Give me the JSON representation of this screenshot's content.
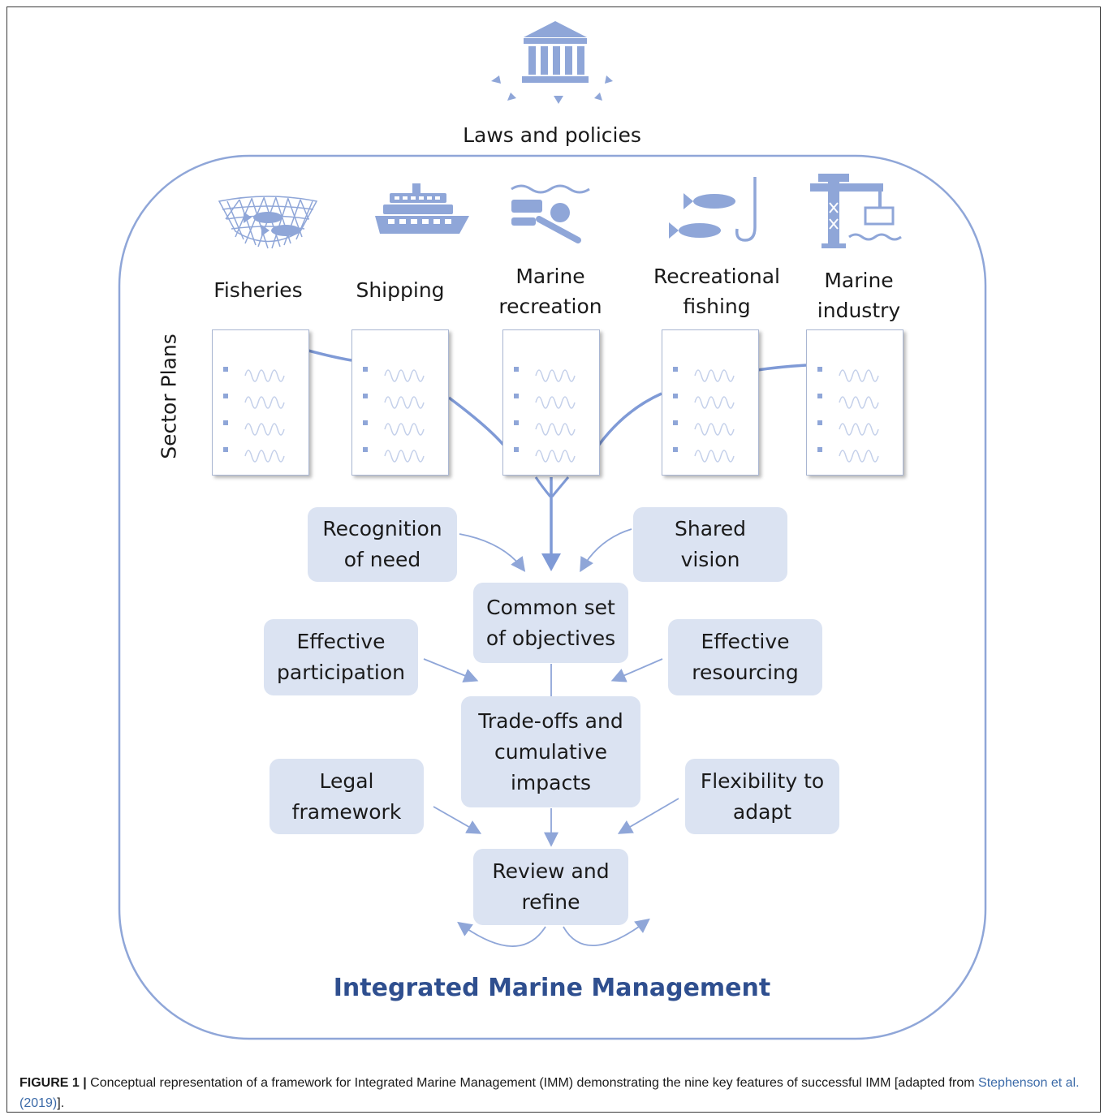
{
  "top": {
    "label": "Laws and policies",
    "icon": "government-building-icon"
  },
  "sectors": [
    {
      "label": "Fisheries",
      "icon": "fishing-net-icon"
    },
    {
      "label": "Shipping",
      "icon": "ship-icon"
    },
    {
      "label": "Marine\nrecreation",
      "icon": "diver-icon"
    },
    {
      "label": "Recreational\nfishing",
      "icon": "fish-hook-icon"
    },
    {
      "label": "Marine\nindustry",
      "icon": "port-crane-icon"
    }
  ],
  "sector_plans_label": "Sector Plans",
  "boxes": {
    "recognition": "Recognition\nof need",
    "shared": "Shared\nvision",
    "objectives": "Common set\nof objectives",
    "participation": "Effective\nparticipation",
    "resourcing": "Effective\nresourcing",
    "tradeoffs": "Trade-offs and\ncumulative\nimpacts",
    "legal": "Legal\nframework",
    "flexibility": "Flexibility to\nadapt",
    "review": "Review and\nrefine"
  },
  "management_title": "Integrated Marine Management",
  "caption": {
    "figure": "FIGURE 1 |",
    "text_before": " Conceptual representation of a framework for Integrated Marine Management (IMM) demonstrating the nine key features of successful IMM [adapted from ",
    "reference": "Stephenson et al. (2019)",
    "text_after": "]."
  },
  "colors": {
    "accent": "#7f9ad6",
    "box_fill": "#dbe3f2",
    "title": "#2f4f8f",
    "reference": "#3b6aa8"
  }
}
